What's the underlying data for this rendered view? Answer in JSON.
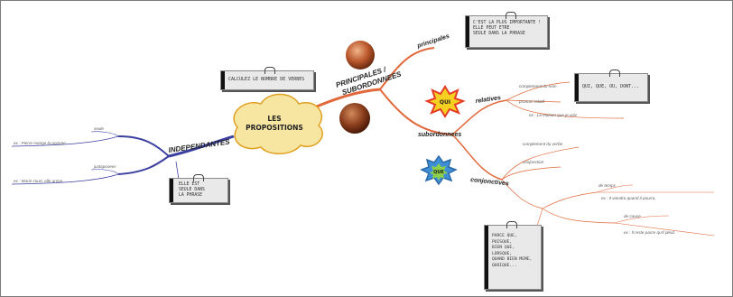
{
  "center": {
    "label": "LES\nPROPOSITIONS"
  },
  "branches": {
    "left": "INDEPENDANTES",
    "main": "PRINCIPALES /\nSUBORDONNEES",
    "top_right": "principales",
    "subordonnees": "subordonnees",
    "relatives": "relatives",
    "conjonctives": "conjonctives"
  },
  "callouts": {
    "burst_red": "QUI",
    "burst_blue": "QUE"
  },
  "notes": {
    "top_left": "CALCULEZ LE NOMBRE DE VERBES",
    "top_right": "C'EST LA PLUS IMPORTANTE !\nELLE PEUT ETRE\nSEULE DANS LA PHRASE",
    "bottom_left": "ELLE EST\nSEULE DANS\nLA PHRASE",
    "right": "QUI, QUE, OU, DONT...",
    "bottom": "PARCE QUE,\nPUISQUE,\nBIEN QUE,\nLORSQUE,\nQUAND BIEN MEME,\nQUOIQUE..."
  },
  "colors": {
    "left_branch": "#3a3fa0",
    "right_branch": "#e0683a",
    "center_fill": "#f7e6a2",
    "burst_red": "#e33b26",
    "burst_blue": "#3e8fd6"
  }
}
